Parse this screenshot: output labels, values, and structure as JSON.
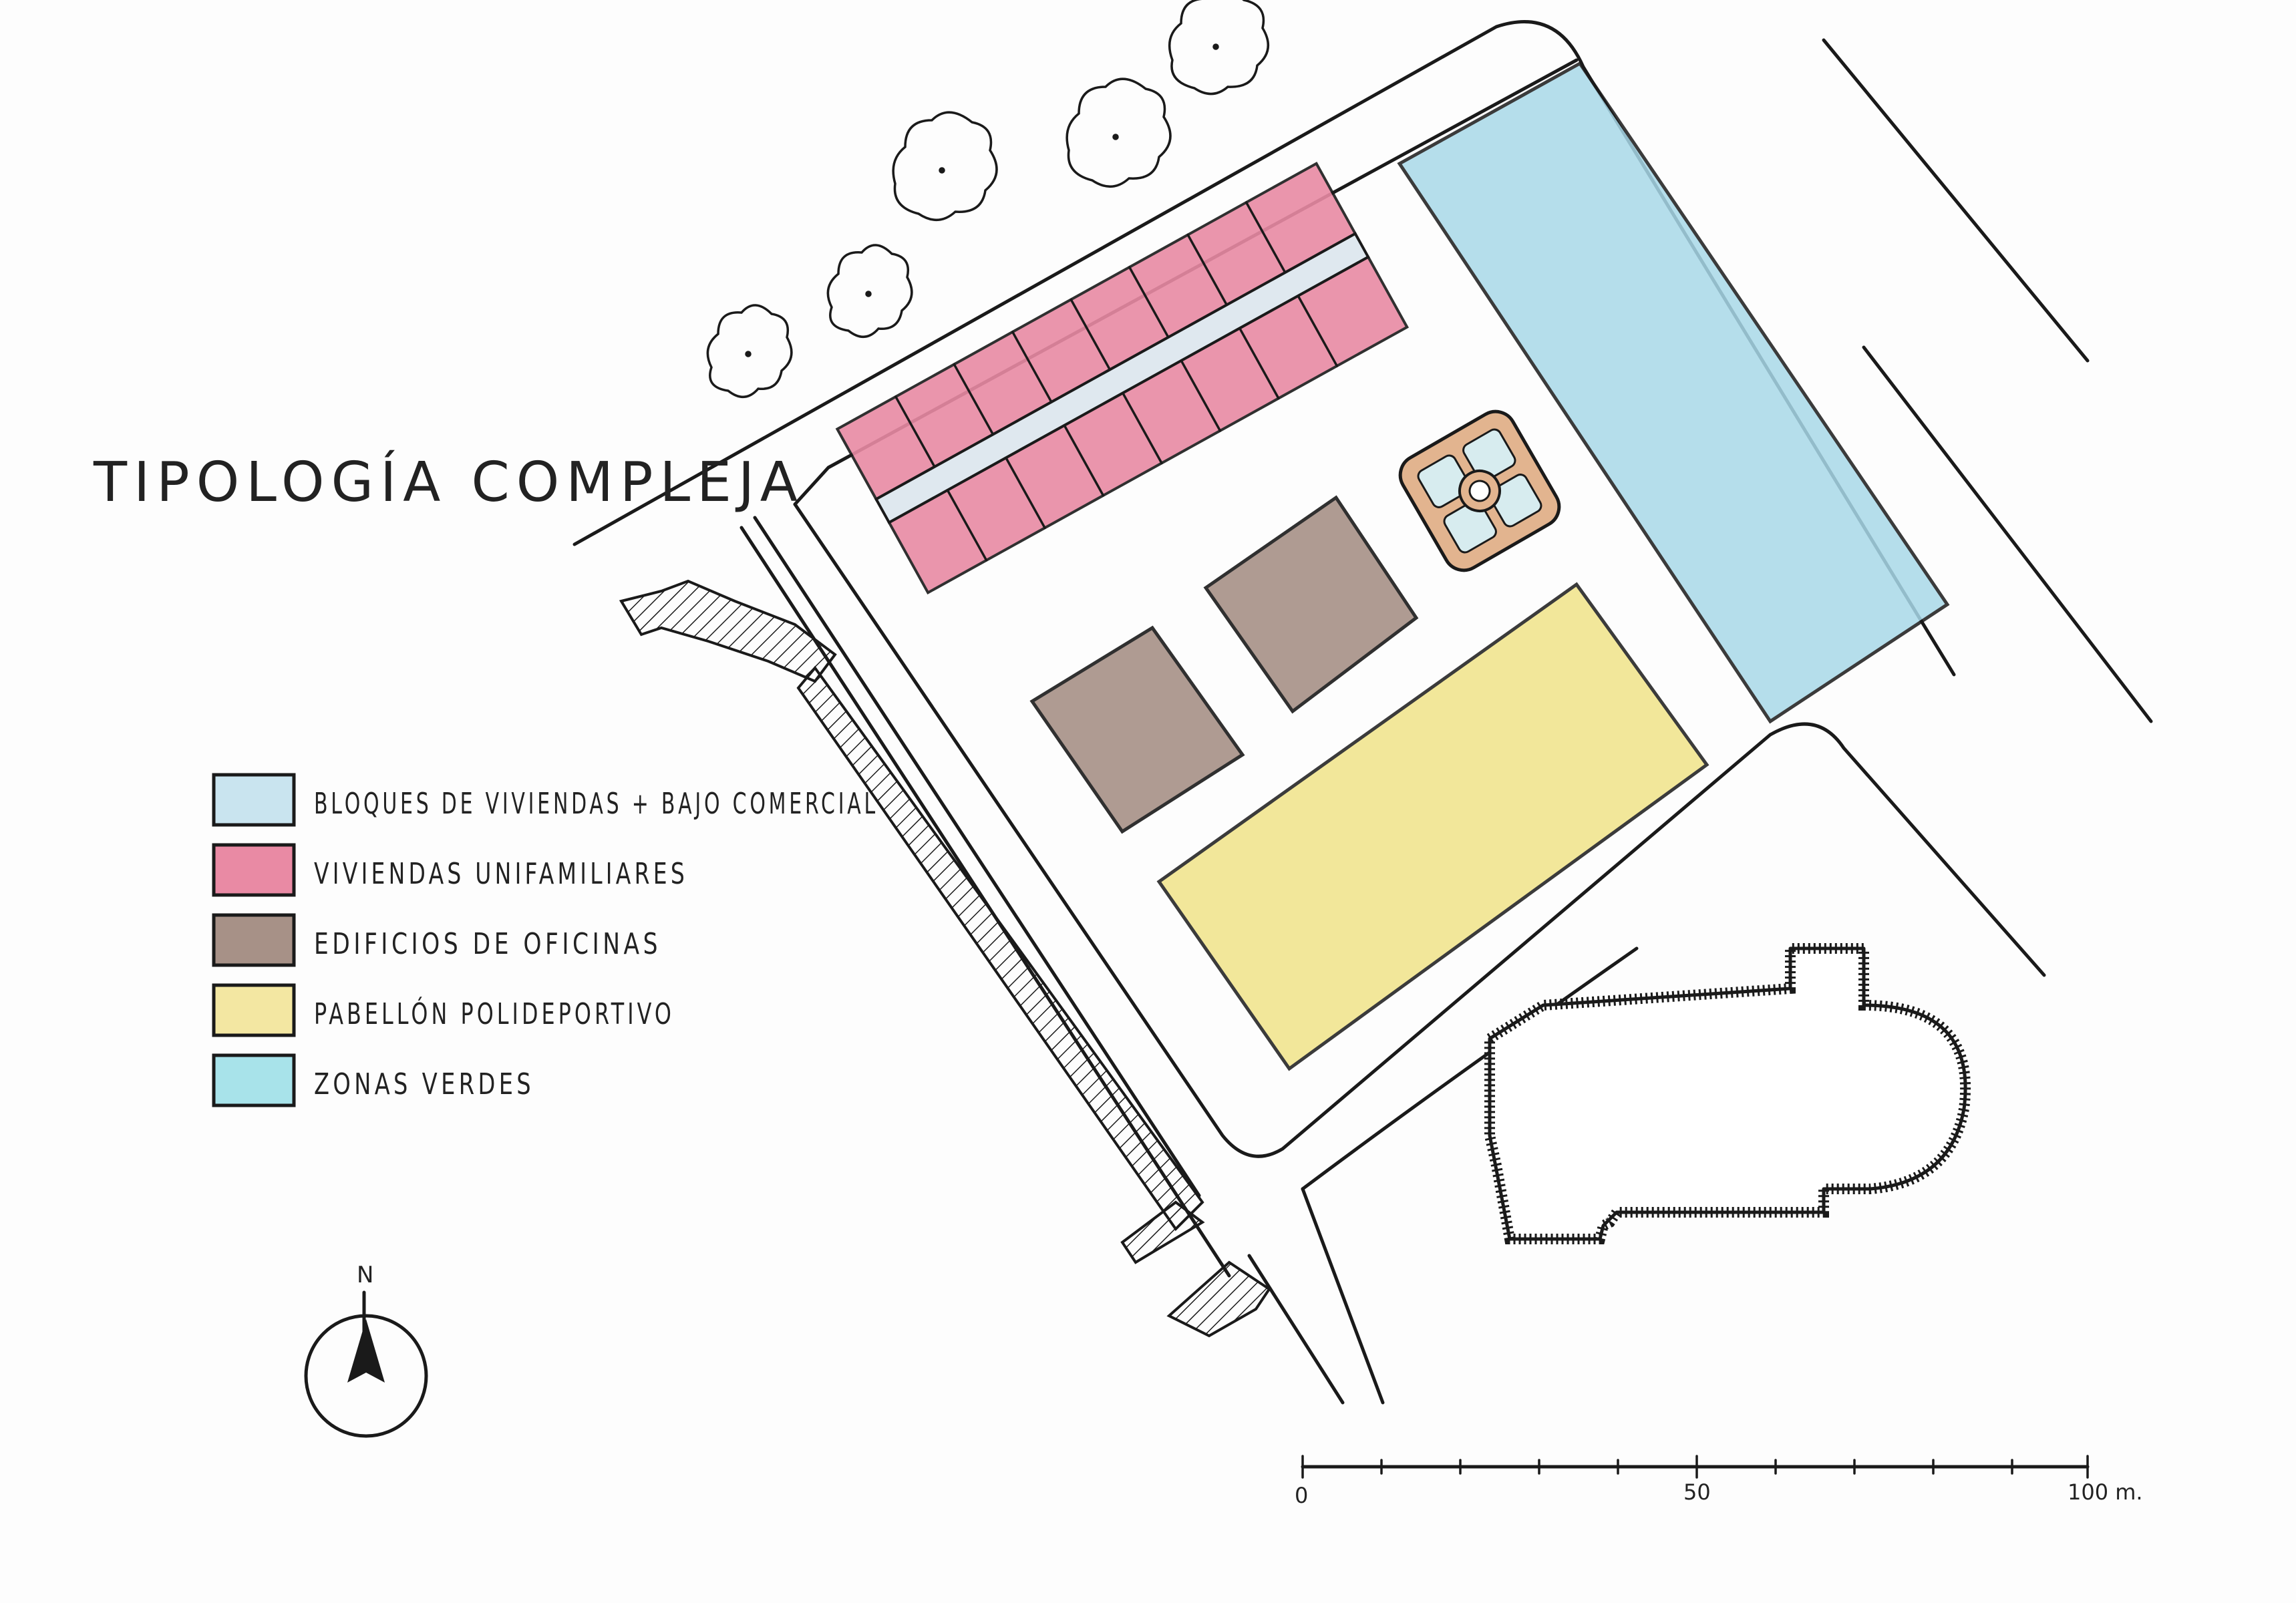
{
  "title": "TIPOLOGÍA COMPLEJA",
  "legend": [
    {
      "label": "BLOQUES DE VIVIENDAS + BAJO COMERCIAL",
      "color": "#c9e4ef"
    },
    {
      "label": "VIVIENDAS UNIFAMILIARES",
      "color": "#e98aa4"
    },
    {
      "label": "EDIFICIOS DE OFICINAS",
      "color": "#a79187"
    },
    {
      "label": "PABELLÓN POLIDEPORTIVO",
      "color": "#f3e7a2"
    },
    {
      "label": "ZONAS VERDES",
      "color": "#a8e3ea"
    }
  ],
  "north_label": "N",
  "scale": {
    "ticks": [
      "0",
      "50",
      "100 m."
    ]
  },
  "colors": {
    "blocks": "#a9d9e9",
    "houses": "#e98aa4",
    "offices": "#a79187",
    "sports": "#f1e489",
    "plaza": "#e2b48f",
    "plaza_inner": "#d7ecef",
    "ink": "#1a1a1a"
  }
}
